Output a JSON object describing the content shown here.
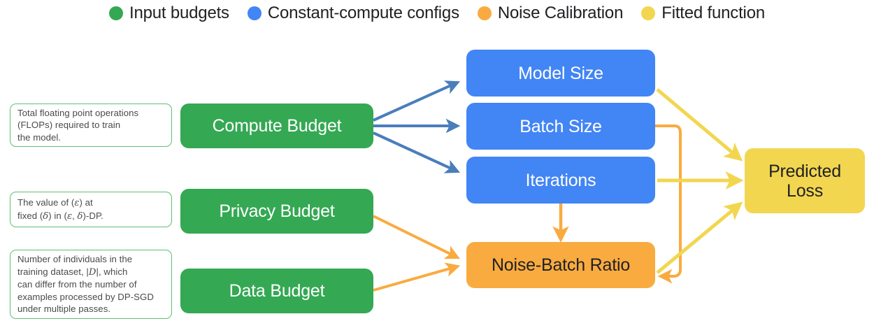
{
  "legend": {
    "items": [
      {
        "label": "Input budgets",
        "color": "#34A853",
        "icon": "legend-dot-icon"
      },
      {
        "label": "Constant-compute configs",
        "color": "#4285F4",
        "icon": "legend-dot-icon"
      },
      {
        "label": "Noise Calibration",
        "color": "#F9AB40",
        "icon": "legend-dot-icon"
      },
      {
        "label": "Fitted function",
        "color": "#F2D64F",
        "icon": "legend-dot-icon"
      }
    ]
  },
  "nodes": {
    "compute_budget": {
      "label": "Compute Budget",
      "color": "#34A853"
    },
    "privacy_budget": {
      "label": "Privacy Budget",
      "color": "#34A853"
    },
    "data_budget": {
      "label": "Data Budget",
      "color": "#34A853"
    },
    "model_size": {
      "label": "Model Size",
      "color": "#4285F4"
    },
    "batch_size": {
      "label": "Batch Size",
      "color": "#4285F4"
    },
    "iterations": {
      "label": "Iterations",
      "color": "#4285F4"
    },
    "noise_batch_ratio": {
      "label": "Noise-Batch Ratio",
      "color": "#F9AB40"
    },
    "predicted_loss": {
      "label": "Predicted\nLoss",
      "line1": "Predicted",
      "line2": "Loss",
      "color": "#F2D64F"
    }
  },
  "notes": {
    "compute": {
      "text": "Total floating point operations (FLOPs) required to train the model.",
      "lines": [
        "Total floating point operations",
        "(FLOPs) required to train",
        "the model."
      ]
    },
    "privacy": {
      "text": "The value of (ε) at fixed (δ) in (ε, δ)-DP.",
      "line1_pre": "The value of (",
      "line1_sym": "ε",
      "line1_post": ") at",
      "line2_pre": "fixed (",
      "line2_sym1": "δ",
      "line2_mid": ") in (",
      "line2_sym2": "ε",
      "line2_sep": ", ",
      "line2_sym3": "δ",
      "line2_post": ")-DP."
    },
    "data": {
      "text": "Number of individuals in the training dataset, |D|, which can differ from the number of examples processed by DP-SGD under multiple passes.",
      "line1": "Number of individuals in the",
      "line2_pre": "training dataset, |",
      "line2_sym": "D",
      "line2_post": "|, which",
      "line3": "can differ from the number of",
      "line4": "examples processed by DP-SGD",
      "line5": "under multiple passes."
    }
  },
  "edges": [
    {
      "from": "compute_budget",
      "to": "model_size",
      "color": "#4285F4",
      "name": "edge-compute-to-model-size"
    },
    {
      "from": "compute_budget",
      "to": "batch_size",
      "color": "#4285F4",
      "name": "edge-compute-to-batch-size"
    },
    {
      "from": "compute_budget",
      "to": "iterations",
      "color": "#4285F4",
      "name": "edge-compute-to-iterations"
    },
    {
      "from": "privacy_budget",
      "to": "noise_batch_ratio",
      "color": "#F9AB40",
      "name": "edge-privacy-to-noise-batch-ratio"
    },
    {
      "from": "data_budget",
      "to": "noise_batch_ratio",
      "color": "#F9AB40",
      "name": "edge-data-to-noise-batch-ratio"
    },
    {
      "from": "iterations",
      "to": "noise_batch_ratio",
      "color": "#F9AB40",
      "name": "edge-iterations-to-noise-batch-ratio"
    },
    {
      "from": "batch_size",
      "to": "noise_batch_ratio",
      "color": "#F9AB40",
      "name": "edge-batch-size-to-noise-batch-ratio"
    },
    {
      "from": "model_size",
      "to": "predicted_loss",
      "color": "#F2D64F",
      "name": "edge-model-size-to-predicted-loss"
    },
    {
      "from": "batch_size",
      "to": "predicted_loss",
      "color": "#F2D64F",
      "name": "edge-batch-size-to-predicted-loss"
    },
    {
      "from": "noise_batch_ratio",
      "to": "predicted_loss",
      "color": "#F2D64F",
      "name": "edge-noise-batch-ratio-to-predicted-loss"
    }
  ]
}
